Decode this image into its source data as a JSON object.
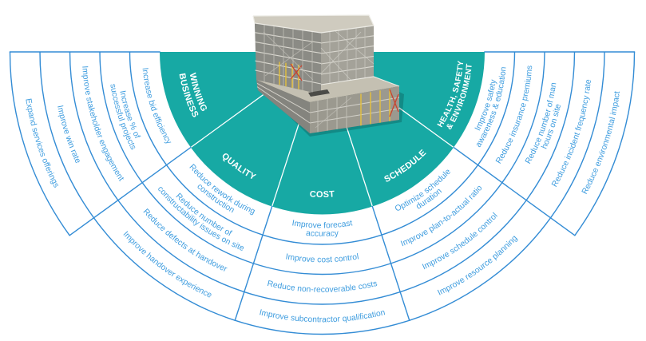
{
  "diagram": {
    "center_illustration": "scaffolded-building-icon",
    "colors": {
      "background": "#ffffff",
      "teal": "#17a9a4",
      "divider": "#ffffff",
      "ring_line": "#338cd5",
      "item_text": "#3f9ddf",
      "label_text": "#ffffff"
    },
    "sectors": [
      {
        "label": [
          "WINNING",
          "BUSINESS"
        ],
        "items": [
          [
            "Increase bid efficiency"
          ],
          [
            "Increase % of",
            "successful projects"
          ],
          [
            "Improve stakeholder engagement"
          ],
          [
            "Improve win rate"
          ],
          [
            "Expand services offerings"
          ]
        ]
      },
      {
        "label": [
          "QUALITY"
        ],
        "items": [
          [
            "Reduce rework during",
            "construction"
          ],
          [
            "Reduce number of",
            "constructability issues on site"
          ],
          [
            "Reduce defects at handover"
          ],
          [
            "Improve handover experience"
          ]
        ]
      },
      {
        "label": [
          "COST"
        ],
        "items": [
          [
            "Improve forecast",
            "accuracy"
          ],
          [
            "Improve cost control"
          ],
          [
            "Reduce non-recoverable costs"
          ],
          [
            "Improve subcontractor qualification"
          ]
        ]
      },
      {
        "label": [
          "SCHEDULE"
        ],
        "items": [
          [
            "Optimize schedule",
            "duration"
          ],
          [
            "Improve plan-to-actual ratio"
          ],
          [
            "Improve schedule control"
          ],
          [
            "Improve resource planning"
          ]
        ]
      },
      {
        "label": [
          "HEALTH, SAFETY",
          "& ENVIRONMENT"
        ],
        "items": [
          [
            "Improve safety",
            "awareness & education"
          ],
          [
            "Reduce insurance premiums"
          ],
          [
            "Reduce number of man",
            "hours on site"
          ],
          [
            "Reduce incident frequency rate"
          ],
          [
            "Reduce environmental impact"
          ]
        ]
      }
    ]
  }
}
